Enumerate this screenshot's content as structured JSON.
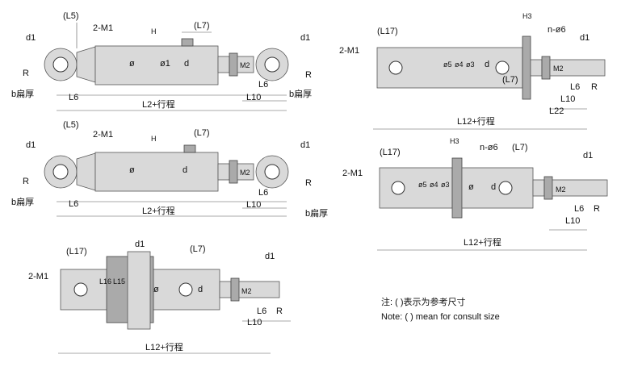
{
  "labels": {
    "L5": "(L5)",
    "M1": "2-M1",
    "L7": "(L7)",
    "H": "H",
    "d1": "d1",
    "R": "R",
    "b": "b扁厚",
    "L6": "L6",
    "L10": "L10",
    "stroke": "L2+行程",
    "phi": "ø",
    "phi1": "ø1",
    "d": "d",
    "M2": "M2",
    "L17": "(L17)",
    "H3": "H3",
    "n6": "n-ø6",
    "phi5": "ø5",
    "phi4": "ø4",
    "phi3": "ø3",
    "L22": "L22",
    "stroke12": "L12+行程",
    "L16": "L16",
    "L15": "L15"
  },
  "notes": {
    "cn": "注: ( )表示为参考尺寸",
    "en": "Note: ( ) mean for consult size"
  }
}
